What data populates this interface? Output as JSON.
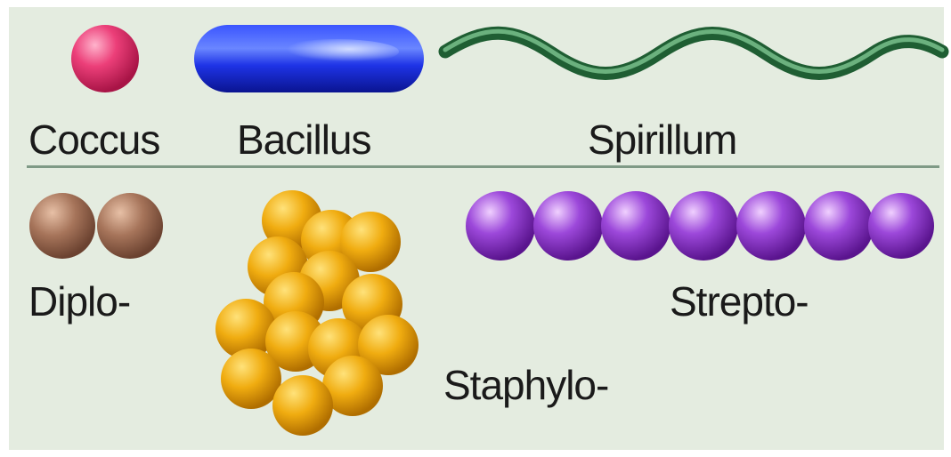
{
  "labels": {
    "coccus": "Coccus",
    "bacillus": "Bacillus",
    "spirillum": "Spirillum",
    "diplo": "Diplo-",
    "staphylo": "Staphylo-",
    "strepto": "Strepto-"
  },
  "colors": {
    "background": "#e4ece0",
    "coccus": "#e8326e",
    "bacillus": "#1a2ee0",
    "spirillum": "#2e7a44",
    "diplo": "#9a6a4e",
    "staphylo": "#e6a00c",
    "strepto": "#8a38cc",
    "divider": "#7f9a86"
  },
  "counts": {
    "diplo_cells": 2,
    "strepto_cells": 7
  }
}
